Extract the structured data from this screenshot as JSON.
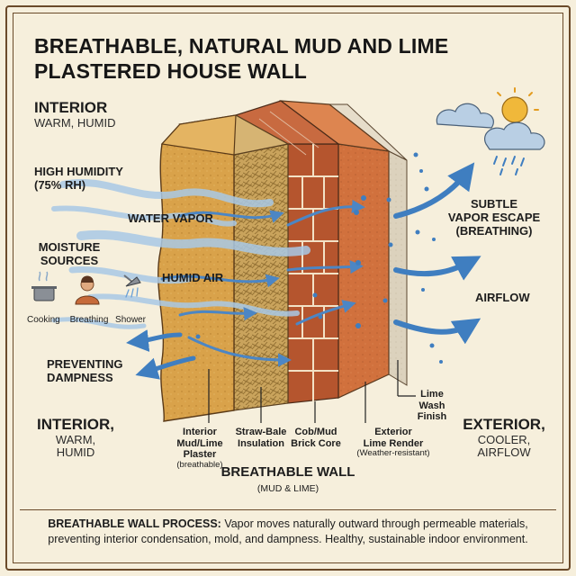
{
  "title_line1": "BREATHABLE, NATURAL MUD AND LIME",
  "title_line2": "PLASTERED HOUSE WALL",
  "interior_top": {
    "heading": "INTERIOR",
    "sub": "WARM, HUMID"
  },
  "humidity": {
    "line1": "HIGH HUMIDITY",
    "line2": "(75% RH)"
  },
  "moisture": {
    "line1": "MOISTURE",
    "line2": "SOURCES"
  },
  "sources": [
    {
      "label": "Cooking",
      "icon": "pot-icon"
    },
    {
      "label": "Breathing",
      "icon": "person-icon"
    },
    {
      "label": "Shower",
      "icon": "shower-icon"
    }
  ],
  "flow_labels": {
    "water_vapor": "WATER VAPOR",
    "humid_air": "HUMID AIR"
  },
  "preventing": {
    "line1": "PREVENTING",
    "line2": "DAMPNESS"
  },
  "interior_bottom": {
    "heading": "INTERIOR,",
    "line2": "WARM,",
    "line3": "HUMID"
  },
  "exterior_bottom": {
    "heading": "EXTERIOR,",
    "line2": "COOLER,",
    "line3": "AIRFLOW"
  },
  "vapor_escape": {
    "line1": "SUBTLE",
    "line2": "VAPOR ESCAPE",
    "line3": "(BREATHING)"
  },
  "airflow": "AIRFLOW",
  "layers": {
    "plaster": {
      "line1": "Interior",
      "line2": "Mud/Lime",
      "line3": "Plaster",
      "note": "(breathable)"
    },
    "strawbale": {
      "line1": "Straw-Bale",
      "line2": "Insulation"
    },
    "cob": {
      "line1": "Cob/Mud",
      "line2": "Brick Core"
    },
    "render": {
      "line1": "Exterior",
      "line2": "Lime Render",
      "note": "(Weather-resistant)"
    },
    "limewash": {
      "line1": "Lime",
      "line2": "Wash",
      "line3": "Finish"
    }
  },
  "wall_caption": {
    "main": "BREATHABLE WALL",
    "sub": "(MUD & LIME)"
  },
  "footer": {
    "label": "BREATHABLE WALL PROCESS:",
    "text": "Vapor moves naturally outward through permeable materials, preventing interior condensation, mold, and dampness. Healthy, sustainable indoor environment."
  },
  "colors": {
    "background": "#f6efdc",
    "border": "#6b4a2a",
    "plaster": "#d9a24a",
    "straw": "#c9a35c",
    "brick": "#b5552e",
    "render": "#d1713d",
    "limewash": "#dcd2bd",
    "arrow_blue": "#3f7ec0",
    "vapor": "#a9c9e6"
  }
}
